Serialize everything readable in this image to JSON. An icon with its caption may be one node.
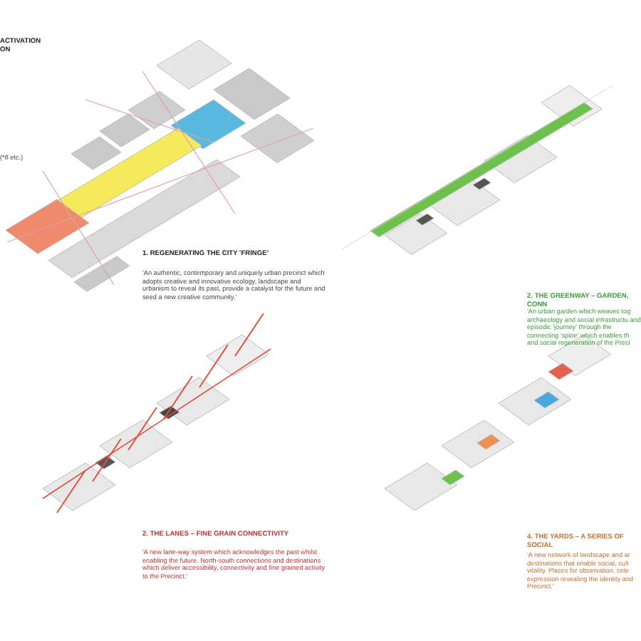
{
  "diagram": {
    "labels": [
      "ACTIVATION",
      "ON",
      "(*8 etc.)",
      "1. REGENERATING THE CITY 'FRINGE'",
      "'An authentic, contemporary and uniquely urban precinct which adopts creative and innovative ecology, landscape and urbanism to reveal its past, provide a catalyst for the future and seed a new creative community.'",
      "2. THE GREENWAY – GARDEN, CONN",
      "'An urban garden which weaves tog archaeology and social infrastructu and episodic 'journey' through the connecting 'spine' which enables th and social regeneration of the Preci",
      "2. THE LANES – FINE GRAIN CONNECTIVITY",
      "'A new lane-way system which acknowledges the past whilst enabling the future. North-south connections and destinations which deliver accessibility, connectivity and fine grained activity to the Precinct.'",
      "4. THE YARDS – A SERIES OF SOCIAL",
      "'A new network of landscape and ar destinations that enable social, cult vitality. Places for observation, cele expression revealing the identity and Precinct.'"
    ]
  }
}
